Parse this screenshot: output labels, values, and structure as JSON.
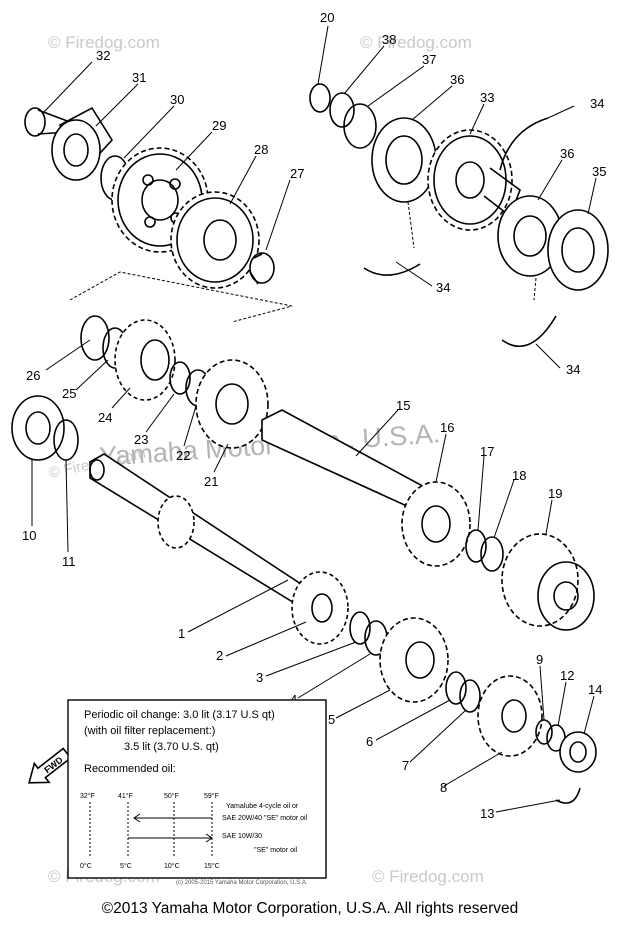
{
  "watermarks": {
    "corner_top_left": "© Firedog.com",
    "corner_top_right": "© Firedog.com",
    "center_small": "© Firedog.com",
    "center_large": "Yamaha Motor Corp., U.S.A.",
    "bottom_left": "© Firedog.com",
    "bottom_right": "© Firedog.com"
  },
  "callouts": [
    {
      "label": "32"
    },
    {
      "label": "31"
    },
    {
      "label": "30"
    },
    {
      "label": "29"
    },
    {
      "label": "28"
    },
    {
      "label": "27"
    },
    {
      "label": "20"
    },
    {
      "label": "38"
    },
    {
      "label": "37"
    },
    {
      "label": "36"
    },
    {
      "label": "33"
    },
    {
      "label": "34"
    },
    {
      "label": "36"
    },
    {
      "label": "35"
    },
    {
      "label": "34"
    },
    {
      "label": "34"
    },
    {
      "label": "26"
    },
    {
      "label": "25"
    },
    {
      "label": "24"
    },
    {
      "label": "23"
    },
    {
      "label": "22"
    },
    {
      "label": "21"
    },
    {
      "label": "15"
    },
    {
      "label": "16"
    },
    {
      "label": "17"
    },
    {
      "label": "18"
    },
    {
      "label": "19"
    },
    {
      "label": "10"
    },
    {
      "label": "11"
    },
    {
      "label": "1"
    },
    {
      "label": "2"
    },
    {
      "label": "3"
    },
    {
      "label": "4"
    },
    {
      "label": "5"
    },
    {
      "label": "6"
    },
    {
      "label": "7"
    },
    {
      "label": "8"
    },
    {
      "label": "9"
    },
    {
      "label": "12"
    },
    {
      "label": "14"
    },
    {
      "label": "13"
    }
  ],
  "oil_box": {
    "line1": "Periodic oil change: 3.0 lit (3.17 U.S qt)",
    "line2": "(with oil filter replacement:)",
    "line3": "3.5 lit (3.70 U.S. qt)",
    "recommended": "Recommended oil:",
    "temp_top": [
      "32°F",
      "41°F",
      "50°F",
      "59°F"
    ],
    "temp_bottom": [
      "0°C",
      "5°C",
      "10°C",
      "15°C"
    ],
    "oil1a": "Yamalube 4-cycle oil or",
    "oil1b": "SAE 20W/40 \"SE\" motor oil",
    "oil2a": "SAE 10W/30",
    "oil2b": "\"SE\" motor oil",
    "small_copyright": "(c) 2005-2015 Yamaha Motor Corporation, U.S.A."
  },
  "fwd_label": "FWD",
  "copyright": "©2013 Yamaha Motor Corporation, U.S.A. All rights reserved"
}
